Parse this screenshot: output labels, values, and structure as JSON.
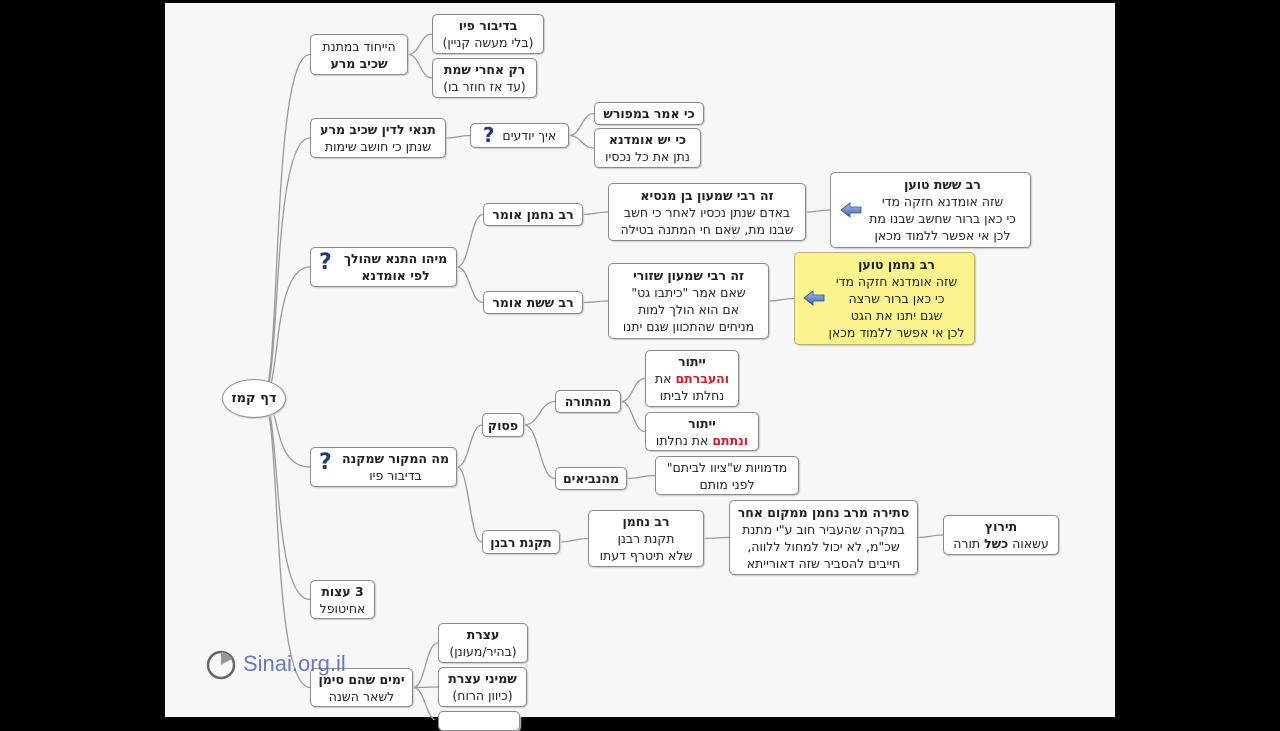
{
  "root": {
    "label": "דף קמז"
  },
  "n1": {
    "line1": "הייחוד במתנת",
    "line2": "שכיב מרע"
  },
  "n1a": {
    "line1": "בדיבור פיו",
    "line2": "(בלי מעשה קניין)"
  },
  "n1b": {
    "line1": "רק אחרי שמת",
    "line2": "(עד אז חוזר בו)"
  },
  "n2": {
    "line1": "תנאי לדין שכיב מרע",
    "line2": "שנתן כי חושב שימות"
  },
  "n2a": {
    "label": "איך יודעים",
    "icon": "question-icon"
  },
  "n2a1": {
    "line1": "כי אמר במפורש"
  },
  "n2a2": {
    "line1": "כי יש אומדנא",
    "line2": "נתן את כל נכסיו"
  },
  "n3": {
    "line1": "מיהו התנא שהולך",
    "line2": "לפי אומדנא"
  },
  "n3a": {
    "label": "רב נחמן אומר"
  },
  "n3a1": {
    "line1": "זה רבי שמעון בן מנסיא",
    "line2": "באדם שנתן נכסיו לאחר כי חשב",
    "line3": "שבנו מת, שאם חי המתנה בטילה"
  },
  "n3a1x": {
    "line1": "רב ששת טוען",
    "line2": "שזה אומדנא חזקה מדי",
    "line3": "כי כאן ברור שחשב שבנו מת",
    "line4": "לכן אי אפשר ללמוד מכאן"
  },
  "n3b": {
    "label": "רב ששת אומר"
  },
  "n3b1": {
    "line1": "זה רבי שמעון  שזורי",
    "line2": "שאם אמר \"כיתבו גט\"",
    "line3": "אם הוא הולך למות",
    "line4": "מניחים שהתכוון שגם יתנו"
  },
  "n3b1x": {
    "line1": "רב נחמן טוען",
    "line2": "שזה אומדנא חזקה מדי",
    "line3": "כי כאן ברור שרצה",
    "line4": "שגם יתנו את הגט",
    "line5": "לכן אי אפשר ללמוד מכאן"
  },
  "n4": {
    "line1": "מה המקור שמקנה",
    "line2": "בדיבור פיו"
  },
  "n4a": {
    "label": "פסוק"
  },
  "n4a1": {
    "label": "מהתורה"
  },
  "n4a1a": {
    "line1": "ייתור",
    "line2_red": "והעברתם",
    "line2_rest": " את",
    "line3": "נחלתו לביתו"
  },
  "n4a1b": {
    "line1": "ייתור",
    "line2_red": "ונתתם",
    "line2_rest": " את נחלתו"
  },
  "n4a2": {
    "label": "מהנביאים"
  },
  "n4a2a": {
    "line1": "מדמויות ש\"ציוו לביתם\"",
    "line2": "לפני מותם"
  },
  "n4b": {
    "label": "תקנת רבנן"
  },
  "n4b1": {
    "line1": "רב נחמן",
    "line2": "תקנת רבנן",
    "line3": "שלא תיטרף דעתו"
  },
  "n4b1a": {
    "line1": "סתירה מרב נחמן ממקום אחר",
    "line2": "במקרה שהעביר חוב ע\"י מתנת",
    "line3": "שכ\"מ, לא יכול למחול ללווה,",
    "line4": "חייבים להסביר שזה דאורייתא"
  },
  "n4b1a1": {
    "line1": "תירוץ",
    "line2_a": "עשאוה ",
    "line2_b": "כשל",
    "line2_c": " תורה"
  },
  "n5": {
    "line1": "3 עצות",
    "line2": "אחיטופל"
  },
  "n6": {
    "line1": "ימים שהם סימן",
    "line2": "לשאר השנה"
  },
  "n6a": {
    "line1": "עצרת",
    "line2": "(בהיר/מעונן)"
  },
  "n6b": {
    "line1": "שמיני עצרת",
    "line2": "(כיוון הרוח)"
  },
  "watermark": {
    "text": "Sinai.org.il"
  },
  "colors": {
    "highlight": "#faf38e",
    "emphasis": "#d0202a",
    "question": "#223a7a",
    "watermark": "#4d63b8"
  }
}
